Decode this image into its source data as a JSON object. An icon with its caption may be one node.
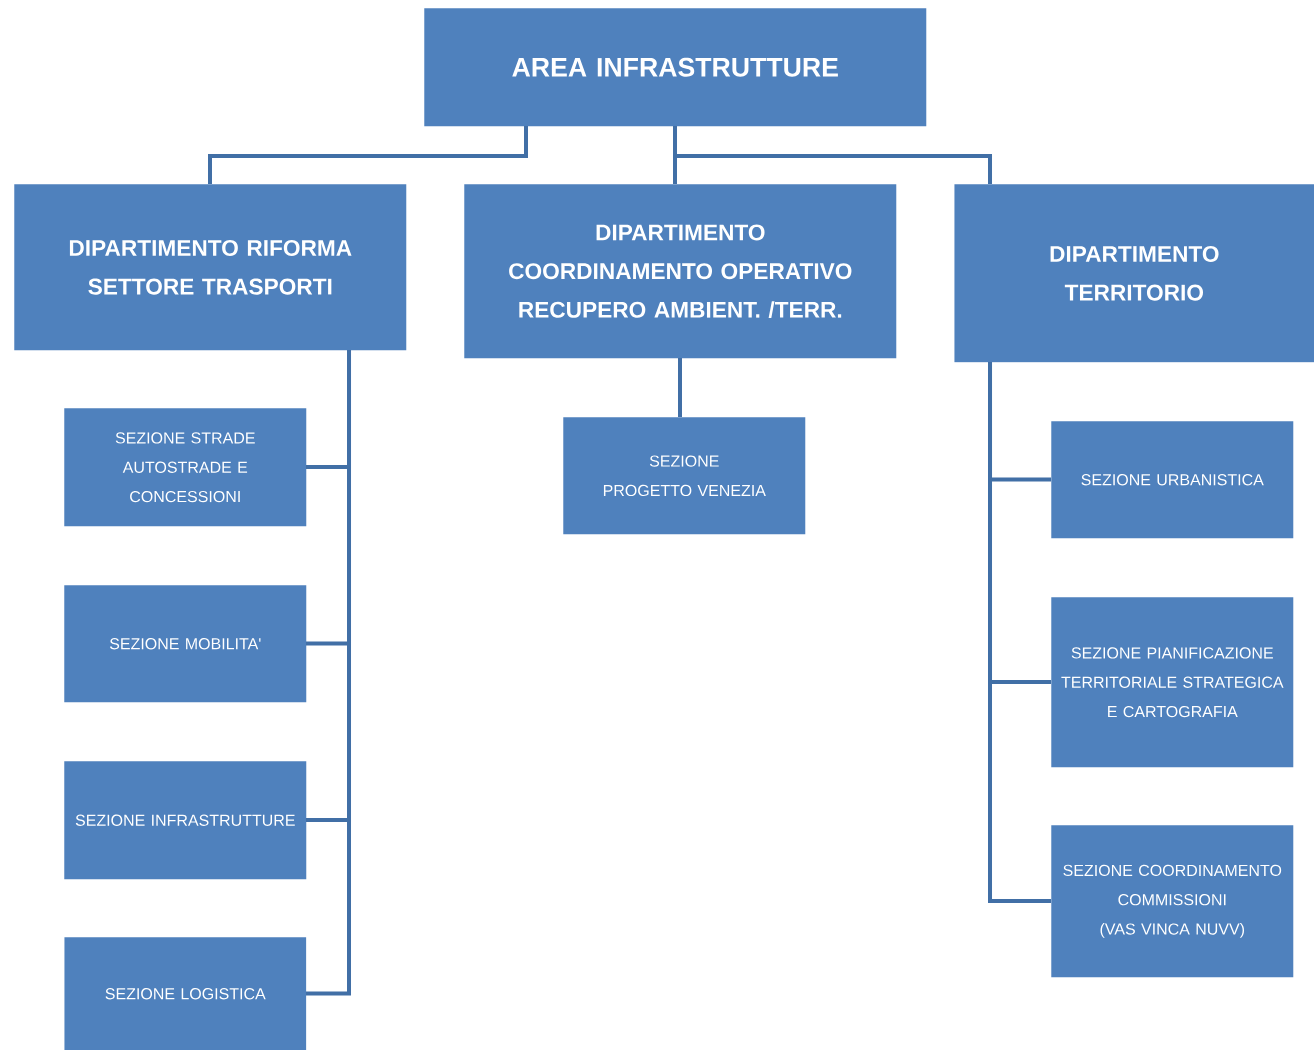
{
  "diagram": {
    "nodes": [
      {
        "text": [
          "AREA INFRASTRUTTURE"
        ]
      },
      {
        "text": [
          "DIPARTIMENTO RIFORMA SETTORE TRASPORTI"
        ]
      },
      {
        "text": [
          "DIPARTIMENTO COORDINAMENTO OPERATIVO RECUPERO AMBIENT. /TERR."
        ]
      },
      {
        "text": [
          "DIPARTIMENTO TERRITORIO"
        ]
      },
      {
        "text": [
          "SEZIONE STRADE AUTOSTRADE E CONCESSIONI"
        ]
      },
      {
        "text": [
          "SEZIONE MOBILITA'"
        ]
      },
      {
        "text": [
          "SEZIONE INFRASTRUTTURE"
        ]
      },
      {
        "text": [
          "SEZIONE LOGISTICA"
        ]
      },
      {
        "text": [
          "SEZIONE PROGETTO VENEZIA"
        ]
      },
      {
        "text": [
          "SEZIONE URBANISTICA"
        ]
      },
      {
        "text": [
          "SEZIONE PIANIFICAZIONE TERRITORIALE STRATEGICA E CARTOGRAFIA"
        ]
      },
      {
        "text": [
          "SEZIONE COORDINAMENTO COMMISSIONI (VAS VINCA NUVV)"
        ]
      }
    ],
    "edges": [
      {
        "from": 0,
        "to": 1,
        "arrow": "none"
      },
      {
        "from": 0,
        "to": 2,
        "arrow": "none"
      },
      {
        "from": 0,
        "to": 3,
        "arrow": "none"
      },
      {
        "from": 1,
        "to": 4,
        "arrow": "none"
      },
      {
        "from": 1,
        "to": 5,
        "arrow": "none"
      },
      {
        "from": 1,
        "to": 6,
        "arrow": "none"
      },
      {
        "from": 1,
        "to": 7,
        "arrow": "none"
      },
      {
        "from": 2,
        "to": 8,
        "arrow": "none"
      },
      {
        "from": 3,
        "to": 9,
        "arrow": "none"
      },
      {
        "from": 3,
        "to": 10,
        "arrow": "none"
      },
      {
        "from": 3,
        "to": 11,
        "arrow": "none"
      }
    ]
  }
}
